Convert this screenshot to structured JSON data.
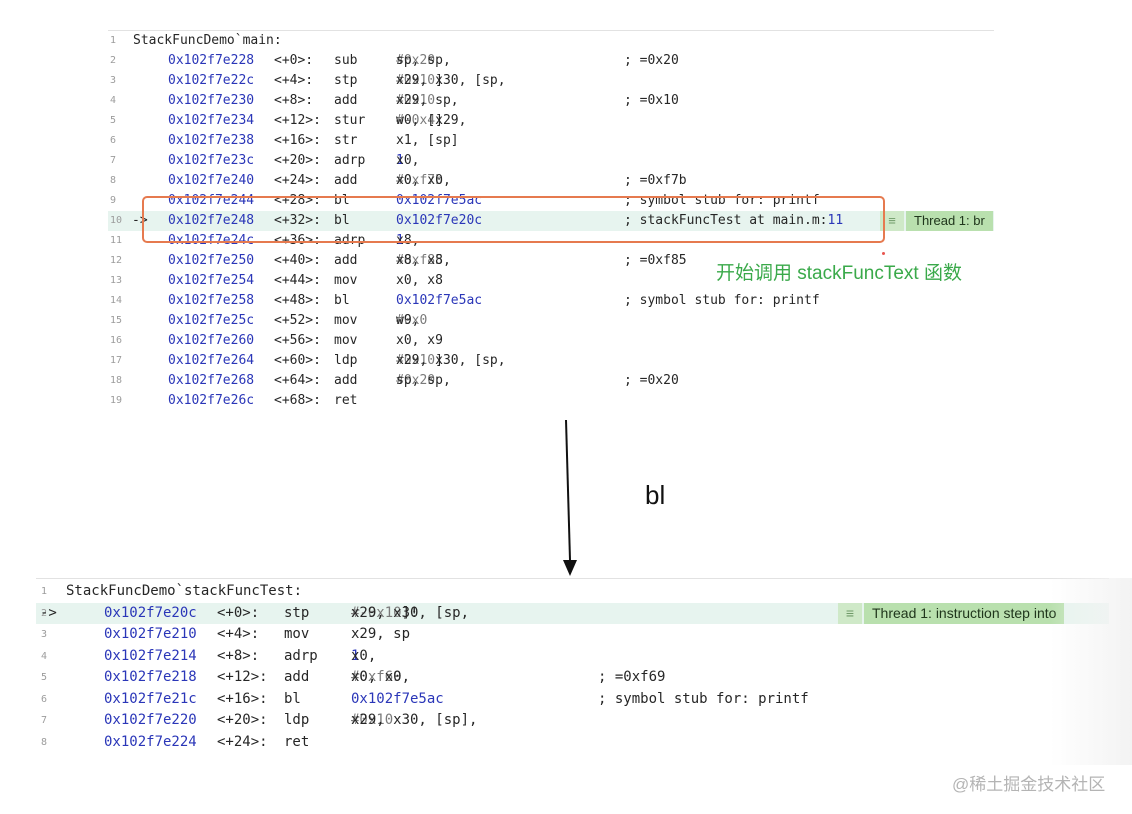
{
  "main_listing": {
    "header": {
      "line": "1",
      "title": "StackFuncDemo`main:"
    },
    "rows": [
      {
        "line": "2",
        "arrow": "",
        "addr": "0x102f7e228",
        "off": "<+0>:",
        "mn": "sub",
        "op": [
          {
            "t": "sp, sp, "
          },
          {
            "t": "#0x20",
            "k": "imm"
          }
        ],
        "cm": "; =0x20"
      },
      {
        "line": "3",
        "arrow": "",
        "addr": "0x102f7e22c",
        "off": "<+4>:",
        "mn": "stp",
        "op": [
          {
            "t": "x29, x30, [sp, "
          },
          {
            "t": "#0x10",
            "k": "imm"
          },
          {
            "t": "]"
          }
        ],
        "cm": ""
      },
      {
        "line": "4",
        "arrow": "",
        "addr": "0x102f7e230",
        "off": "<+8>:",
        "mn": "add",
        "op": [
          {
            "t": "x29, sp, "
          },
          {
            "t": "#0x10",
            "k": "imm"
          }
        ],
        "cm": "; =0x10"
      },
      {
        "line": "5",
        "arrow": "",
        "addr": "0x102f7e234",
        "off": "<+12>:",
        "mn": "stur",
        "op": [
          {
            "t": "w0, [x29, "
          },
          {
            "t": "#-0x4",
            "k": "imm"
          },
          {
            "t": "]"
          }
        ],
        "cm": ""
      },
      {
        "line": "6",
        "arrow": "",
        "addr": "0x102f7e238",
        "off": "<+16>:",
        "mn": "str",
        "op": [
          {
            "t": "x1, [sp]"
          }
        ],
        "cm": ""
      },
      {
        "line": "7",
        "arrow": "",
        "addr": "0x102f7e23c",
        "off": "<+20>:",
        "mn": "adrp",
        "op": [
          {
            "t": "x0, "
          },
          {
            "t": "1",
            "k": "num"
          }
        ],
        "cm": ""
      },
      {
        "line": "8",
        "arrow": "",
        "addr": "0x102f7e240",
        "off": "<+24>:",
        "mn": "add",
        "op": [
          {
            "t": "x0, x0, "
          },
          {
            "t": "#0xf7b",
            "k": "imm"
          }
        ],
        "cm": "; =0xf7b"
      },
      {
        "line": "9",
        "arrow": "",
        "addr": "0x102f7e244",
        "off": "<+28>:",
        "mn": "bl",
        "op": [
          {
            "t": "0x102f7e5ac",
            "k": "tgt"
          }
        ],
        "cm": "; symbol stub for: printf"
      },
      {
        "line": "10",
        "arrow": "->",
        "addr": "0x102f7e248",
        "off": "<+32>:",
        "mn": "bl",
        "op": [
          {
            "t": "0x102f7e20c",
            "k": "tgt"
          }
        ],
        "cm": "; stackFuncTest at main.m:",
        "cm_num": "11",
        "current": true
      },
      {
        "line": "11",
        "arrow": "",
        "addr": "0x102f7e24c",
        "off": "<+36>:",
        "mn": "adrp",
        "op": [
          {
            "t": "x8, "
          },
          {
            "t": "1",
            "k": "num"
          }
        ],
        "cm": ""
      },
      {
        "line": "12",
        "arrow": "",
        "addr": "0x102f7e250",
        "off": "<+40>:",
        "mn": "add",
        "op": [
          {
            "t": "x8, x8, "
          },
          {
            "t": "#0xf85",
            "k": "imm"
          }
        ],
        "cm": "; =0xf85"
      },
      {
        "line": "13",
        "arrow": "",
        "addr": "0x102f7e254",
        "off": "<+44>:",
        "mn": "mov",
        "op": [
          {
            "t": "x0, x8"
          }
        ],
        "cm": ""
      },
      {
        "line": "14",
        "arrow": "",
        "addr": "0x102f7e258",
        "off": "<+48>:",
        "mn": "bl",
        "op": [
          {
            "t": "0x102f7e5ac",
            "k": "tgt"
          }
        ],
        "cm": "; symbol stub for: printf"
      },
      {
        "line": "15",
        "arrow": "",
        "addr": "0x102f7e25c",
        "off": "<+52>:",
        "mn": "mov",
        "op": [
          {
            "t": "w9, "
          },
          {
            "t": "#0x0",
            "k": "imm"
          }
        ],
        "cm": ""
      },
      {
        "line": "16",
        "arrow": "",
        "addr": "0x102f7e260",
        "off": "<+56>:",
        "mn": "mov",
        "op": [
          {
            "t": "x0, x9"
          }
        ],
        "cm": ""
      },
      {
        "line": "17",
        "arrow": "",
        "addr": "0x102f7e264",
        "off": "<+60>:",
        "mn": "ldp",
        "op": [
          {
            "t": "x29, x30, [sp, "
          },
          {
            "t": "#0x10",
            "k": "imm"
          },
          {
            "t": "]"
          }
        ],
        "cm": ""
      },
      {
        "line": "18",
        "arrow": "",
        "addr": "0x102f7e268",
        "off": "<+64>:",
        "mn": "add",
        "op": [
          {
            "t": "sp, sp, "
          },
          {
            "t": "#0x20",
            "k": "imm"
          }
        ],
        "cm": "; =0x20"
      },
      {
        "line": "19",
        "arrow": "",
        "addr": "0x102f7e26c",
        "off": "<+68>:",
        "mn": "ret",
        "op": [],
        "cm": ""
      }
    ],
    "badge": "Thread 1: br"
  },
  "annotation": "开始调用 stackFuncText 函数",
  "flow_label": "bl",
  "callee_listing": {
    "header": {
      "line": "1",
      "title": "StackFuncDemo`stackFuncTest:"
    },
    "rows": [
      {
        "line": "2",
        "arrow": "->",
        "addr": "0x102f7e20c",
        "off": "<+0>:",
        "mn": "stp",
        "op": [
          {
            "t": "x29, x30, [sp, "
          },
          {
            "t": "#-0x10",
            "k": "imm"
          },
          {
            "t": "]!"
          }
        ],
        "cm": "",
        "current": true
      },
      {
        "line": "3",
        "arrow": "",
        "addr": "0x102f7e210",
        "off": "<+4>:",
        "mn": "mov",
        "op": [
          {
            "t": "x29, sp"
          }
        ],
        "cm": ""
      },
      {
        "line": "4",
        "arrow": "",
        "addr": "0x102f7e214",
        "off": "<+8>:",
        "mn": "adrp",
        "op": [
          {
            "t": "x0, "
          },
          {
            "t": "1",
            "k": "num"
          }
        ],
        "cm": ""
      },
      {
        "line": "5",
        "arrow": "",
        "addr": "0x102f7e218",
        "off": "<+12>:",
        "mn": "add",
        "op": [
          {
            "t": "x0, x0, "
          },
          {
            "t": "#0xf69",
            "k": "imm"
          }
        ],
        "cm": "; =0xf69"
      },
      {
        "line": "6",
        "arrow": "",
        "addr": "0x102f7e21c",
        "off": "<+16>:",
        "mn": "bl",
        "op": [
          {
            "t": "0x102f7e5ac",
            "k": "tgt"
          }
        ],
        "cm": "; symbol stub for: printf"
      },
      {
        "line": "7",
        "arrow": "",
        "addr": "0x102f7e220",
        "off": "<+20>:",
        "mn": "ldp",
        "op": [
          {
            "t": "x29, x30, [sp], "
          },
          {
            "t": "#0x10",
            "k": "imm"
          }
        ],
        "cm": ""
      },
      {
        "line": "8",
        "arrow": "",
        "addr": "0x102f7e224",
        "off": "<+24>:",
        "mn": "ret",
        "op": [],
        "cm": ""
      }
    ],
    "badge": "Thread 1: instruction step into"
  },
  "watermark": "@稀土掘金技术社区",
  "colors": {
    "address": "#2a36b8",
    "immediate": "#7a7a7a",
    "current_line_bg": "#e7f4ef",
    "badge_bg": "#b9e0ae",
    "highlight_box": "#e67a4f",
    "annotation_text": "#3aa94a"
  },
  "icons": {
    "badge": "hamburger-menu-icon",
    "flow": "down-arrow-icon"
  }
}
